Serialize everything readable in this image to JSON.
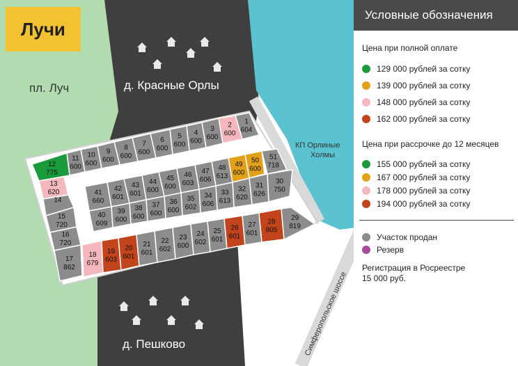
{
  "map": {
    "title": "Лучи",
    "places": {
      "luch": "пл. Луч",
      "krasnye_orly": "д. Красные Орлы",
      "peshkovo": "д. Пешково",
      "orlinye_holmy_line1": "КП Орлиные",
      "orlinye_holmy_line2": "Холмы",
      "highway": "Симферопольское шоссе"
    },
    "colors": {
      "green_area": "#b2dcb0",
      "village": "#3f3f3f",
      "water": "#5bc2cf",
      "sold": "#8c8c8c",
      "price_1": "#1a9a3a",
      "price_2": "#e3a11a",
      "price_3": "#f4b7bd",
      "price_4": "#c1441c",
      "reserve": "#a64a9a"
    },
    "plots": [
      {
        "id": "1",
        "area": "604",
        "status": "sold"
      },
      {
        "id": "2",
        "area": "600",
        "status": "price_3"
      },
      {
        "id": "3",
        "area": "600",
        "status": "sold"
      },
      {
        "id": "4",
        "area": "600",
        "status": "sold"
      },
      {
        "id": "5",
        "area": "600",
        "status": "sold"
      },
      {
        "id": "6",
        "area": "600",
        "status": "sold"
      },
      {
        "id": "7",
        "area": "600",
        "status": "sold"
      },
      {
        "id": "8",
        "area": "600",
        "status": "sold"
      },
      {
        "id": "9",
        "area": "600",
        "status": "sold"
      },
      {
        "id": "10",
        "area": "600",
        "status": "sold"
      },
      {
        "id": "11",
        "area": "600",
        "status": "sold"
      },
      {
        "id": "12",
        "area": "775",
        "status": "price_1"
      },
      {
        "id": "13",
        "area": "620",
        "status": "price_3"
      },
      {
        "id": "14",
        "area": "",
        "status": "sold"
      },
      {
        "id": "15",
        "area": "720",
        "status": "sold"
      },
      {
        "id": "16",
        "area": "720",
        "status": "sold"
      },
      {
        "id": "17",
        "area": "862",
        "status": "sold"
      },
      {
        "id": "18",
        "area": "679",
        "status": "price_3"
      },
      {
        "id": "19",
        "area": "603",
        "status": "price_4"
      },
      {
        "id": "20",
        "area": "601",
        "status": "price_4"
      },
      {
        "id": "21",
        "area": "601",
        "status": "sold"
      },
      {
        "id": "22",
        "area": "602",
        "status": "sold"
      },
      {
        "id": "23",
        "area": "600",
        "status": "sold"
      },
      {
        "id": "24",
        "area": "602",
        "status": "sold"
      },
      {
        "id": "25",
        "area": "601",
        "status": "sold"
      },
      {
        "id": "26",
        "area": "601",
        "status": "price_4"
      },
      {
        "id": "27",
        "area": "601",
        "status": "sold"
      },
      {
        "id": "28",
        "area": "805",
        "status": "price_4"
      },
      {
        "id": "29",
        "area": "819",
        "status": "sold"
      },
      {
        "id": "30",
        "area": "750",
        "status": "sold"
      },
      {
        "id": "31",
        "area": "626",
        "status": "sold"
      },
      {
        "id": "32",
        "area": "620",
        "status": "sold"
      },
      {
        "id": "33",
        "area": "613",
        "status": "sold"
      },
      {
        "id": "34",
        "area": "606",
        "status": "sold"
      },
      {
        "id": "35",
        "area": "602",
        "status": "sold"
      },
      {
        "id": "36",
        "area": "600",
        "status": "sold"
      },
      {
        "id": "37",
        "area": "600",
        "status": "sold"
      },
      {
        "id": "38",
        "area": "600",
        "status": "sold"
      },
      {
        "id": "39",
        "area": "600",
        "status": "sold"
      },
      {
        "id": "40",
        "area": "609",
        "status": "sold"
      },
      {
        "id": "41",
        "area": "660",
        "status": "sold"
      },
      {
        "id": "42",
        "area": "601",
        "status": "sold"
      },
      {
        "id": "43",
        "area": "601",
        "status": "sold"
      },
      {
        "id": "44",
        "area": "600",
        "status": "sold"
      },
      {
        "id": "45",
        "area": "600",
        "status": "sold"
      },
      {
        "id": "46",
        "area": "603",
        "status": "sold"
      },
      {
        "id": "47",
        "area": "606",
        "status": "sold"
      },
      {
        "id": "48",
        "area": "613",
        "status": "sold"
      },
      {
        "id": "49",
        "area": "600",
        "status": "price_2"
      },
      {
        "id": "50",
        "area": "600",
        "status": "price_2"
      },
      {
        "id": "51",
        "area": "718",
        "status": "sold"
      }
    ]
  },
  "legend": {
    "title": "Условные обозначения",
    "full_payment_header": "Цена при полной оплате",
    "full_payment": [
      {
        "color": "#1a9a3a",
        "label": "129 000 рублей за сотку"
      },
      {
        "color": "#e3a11a",
        "label": "139 000 рублей за сотку"
      },
      {
        "color": "#f4b7bd",
        "label": "148 000 рублей за сотку"
      },
      {
        "color": "#c1441c",
        "label": "162 000 рублей за сотку"
      }
    ],
    "installment_header": "Цена при рассрочке до 12 месяцев",
    "installment": [
      {
        "color": "#1a9a3a",
        "label": "155 000 рублей за сотку"
      },
      {
        "color": "#e3a11a",
        "label": "167 000 рублей за сотку"
      },
      {
        "color": "#f4b7bd",
        "label": "178 000 рублей за сотку"
      },
      {
        "color": "#c1441c",
        "label": "194 000 рублей за сотку"
      }
    ],
    "sold": {
      "color": "#8c8c8c",
      "label": "Участок продан"
    },
    "reserve": {
      "color": "#a64a9a",
      "label": "Резерв"
    },
    "registration_line1": "Регистрация в Росреестре",
    "registration_line2": "15 000 руб."
  }
}
